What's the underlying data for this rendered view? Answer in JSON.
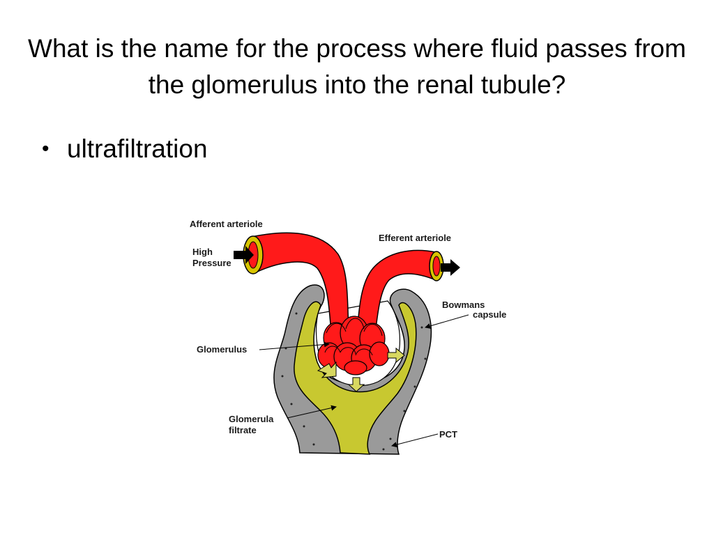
{
  "slide": {
    "title": "What is the name for the process where fluid passes from the glomerulus into the renal tubule?",
    "bullets": [
      "ultrafiltration"
    ]
  },
  "diagram": {
    "labels": {
      "afferent": "Afferent arteriole",
      "high": "High",
      "pressure": "Pressure",
      "efferent": "Efferent arteriole",
      "bowmans": "Bowmans",
      "capsule": "capsule",
      "glomerulus": "Glomerulus",
      "filtrate1": "Glomerula",
      "filtrate2": "filtrate",
      "pct": "PCT"
    },
    "colors": {
      "blood": "#ff1a1a",
      "vessel_rim": "#d8c400",
      "filtrate": "#c8c830",
      "capsule_wall": "#9a9a9a",
      "outline": "#000000"
    }
  }
}
